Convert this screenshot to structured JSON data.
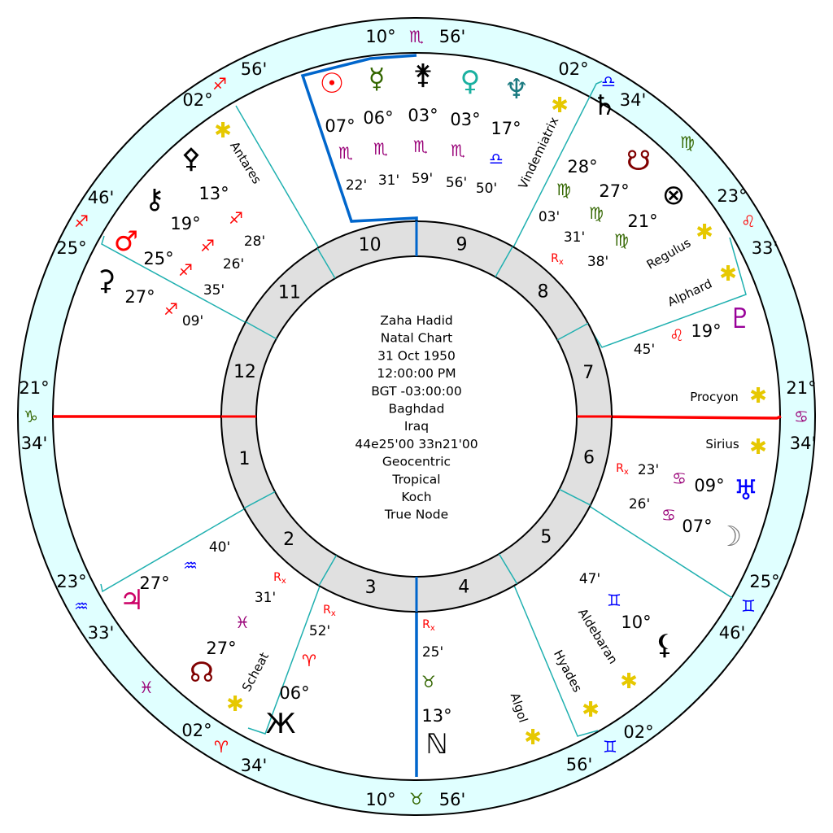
{
  "chart_info": {
    "lines": [
      "Zaha Hadid",
      "Natal Chart",
      "31 Oct 1950",
      "12:00:00 PM",
      "BGT -03:00:00",
      "Baghdad",
      "Iraq",
      "44e25'00 33n21'00",
      "Geocentric",
      "Tropical",
      "Koch",
      "True Node"
    ]
  },
  "colors": {
    "fire": "#ff0000",
    "earth": "#336600",
    "air": "#0000ff",
    "water": "#990077",
    "cusp_line": "#20b0b0",
    "asc_line": "#ff0000",
    "mc_line": "#0066cc",
    "ring_fill": "#e0ffff",
    "house_ring_fill": "#e0e0e0",
    "star": "#e6c800"
  },
  "houses": [
    "1",
    "2",
    "3",
    "4",
    "5",
    "6",
    "7",
    "8",
    "9",
    "10",
    "11",
    "12"
  ],
  "cusps": [
    {
      "deg": "10°",
      "sign": "♏",
      "min": "56'",
      "color": "#990077"
    },
    {
      "deg": "02°",
      "sign": "♎",
      "min": "34'",
      "color": "#0000ff"
    },
    {
      "deg": "23°",
      "sign": "♌",
      "min": "33'",
      "color": "#ff0000"
    },
    {
      "deg": "21°",
      "sign": "♋",
      "min": "34'",
      "color": "#990077"
    },
    {
      "deg": "25°",
      "sign": "♊",
      "min": "46'",
      "color": "#0000ff"
    },
    {
      "deg": "02°",
      "sign": "♊",
      "min": "56'",
      "color": "#0000ff"
    },
    {
      "deg": "10°",
      "sign": "♉",
      "min": "56'",
      "color": "#336600"
    },
    {
      "deg": "02°",
      "sign": "♈",
      "min": "34'",
      "color": "#ff0000"
    },
    {
      "deg": "23°",
      "sign": "♒",
      "min": "33'",
      "color": "#0000ff"
    },
    {
      "deg": "21°",
      "sign": "♑",
      "min": "34'",
      "color": "#336600"
    },
    {
      "deg": "25°",
      "sign": "♐",
      "min": "46'",
      "color": "#ff0000"
    },
    {
      "deg": "02°",
      "sign": "♐",
      "min": "56'",
      "color": "#ff0000"
    }
  ],
  "intercepted_signs": [
    {
      "sign": "♍",
      "color": "#336600"
    },
    {
      "sign": "♓",
      "color": "#990077"
    }
  ],
  "planets": [
    {
      "name": "sun",
      "glyph": "☉",
      "deg": "07°",
      "sign": "♏",
      "min": "22'",
      "color": "#ff0000",
      "sign_color": "#990077"
    },
    {
      "name": "mercury",
      "glyph": "☿",
      "deg": "06°",
      "sign": "♏",
      "min": "31'",
      "color": "#336600",
      "sign_color": "#990077"
    },
    {
      "name": "juno",
      "glyph": "⚵",
      "deg": "03°",
      "sign": "♏",
      "min": "59'",
      "color": "#000000",
      "sign_color": "#990077"
    },
    {
      "name": "venus",
      "glyph": "♀",
      "deg": "03°",
      "sign": "♏",
      "min": "56'",
      "color": "#1ab0a0",
      "sign_color": "#990077"
    },
    {
      "name": "neptune",
      "glyph": "♆",
      "deg": "17°",
      "sign": "♎",
      "min": "50'",
      "color": "#1a7a80",
      "sign_color": "#0000ff"
    },
    {
      "name": "saturn",
      "glyph": "♄",
      "deg": "28°",
      "sign": "♍",
      "min": "03'",
      "color": "#000000",
      "sign_color": "#336600",
      "rx": "R"
    },
    {
      "name": "south-node",
      "glyph": "☋",
      "deg": "27°",
      "sign": "♍",
      "min": "31'",
      "color": "#800000",
      "sign_color": "#336600"
    },
    {
      "name": "part-of-fortune",
      "glyph": "⊗",
      "deg": "21°",
      "sign": "♍",
      "min": "38'",
      "color": "#000000",
      "sign_color": "#336600"
    },
    {
      "name": "pluto",
      "glyph": "♇",
      "deg": "19°",
      "sign": "♌",
      "min": "45'",
      "color": "#990099",
      "sign_color": "#ff0000"
    },
    {
      "name": "uranus",
      "glyph": "♅",
      "deg": "09°",
      "sign": "♋",
      "min": "23'",
      "color": "#0000ff",
      "sign_color": "#990077",
      "rx": "R"
    },
    {
      "name": "moon",
      "glyph": "☽",
      "deg": "07°",
      "sign": "♋",
      "min": "26'",
      "color": "#777777",
      "sign_color": "#990077"
    },
    {
      "name": "lilith",
      "glyph": "⚸",
      "deg": "10°",
      "sign": "♊",
      "min": "47'",
      "color": "#000000",
      "sign_color": "#0000ff"
    },
    {
      "name": "vertex",
      "glyph": "ℕ",
      "deg": "13°",
      "sign": "♉",
      "min": "25'",
      "color": "#000000",
      "sign_color": "#336600",
      "rx": "R"
    },
    {
      "name": "eris",
      "glyph": "Ж",
      "deg": "06°",
      "sign": "♈",
      "min": "52'",
      "color": "#000000",
      "sign_color": "#ff0000",
      "rx": "R"
    },
    {
      "name": "north-node",
      "glyph": "☊",
      "deg": "27°",
      "sign": "♓",
      "min": "31'",
      "color": "#800000",
      "sign_color": "#990077",
      "rx": "R"
    },
    {
      "name": "jupiter",
      "glyph": "♃",
      "deg": "27°",
      "sign": "♒",
      "min": "40'",
      "color": "#cc0066",
      "sign_color": "#0000ff"
    },
    {
      "name": "pallas",
      "glyph": "⚴",
      "deg": "13°",
      "sign": "♐",
      "min": "28'",
      "color": "#000000",
      "sign_color": "#ff0000"
    },
    {
      "name": "chiron",
      "glyph": "⚷",
      "deg": "19°",
      "sign": "♐",
      "min": "26'",
      "color": "#000000",
      "sign_color": "#ff0000"
    },
    {
      "name": "mars",
      "glyph": "♂",
      "deg": "25°",
      "sign": "♐",
      "min": "35'",
      "color": "#ff0000",
      "sign_color": "#ff0000"
    },
    {
      "name": "ceres",
      "glyph": "⚳",
      "deg": "27°",
      "sign": "♐",
      "min": "09'",
      "color": "#000000",
      "sign_color": "#ff0000"
    }
  ],
  "fixed_stars": [
    {
      "name": "Antares",
      "icon": "✱"
    },
    {
      "name": "Vindemiatrix",
      "icon": "✱"
    },
    {
      "name": "Regulus",
      "icon": "✱"
    },
    {
      "name": "Alphard",
      "icon": "✱"
    },
    {
      "name": "Procyon",
      "icon": "✱"
    },
    {
      "name": "Sirius",
      "icon": "✱"
    },
    {
      "name": "Aldebaran",
      "icon": "✱"
    },
    {
      "name": "Hyades",
      "icon": "✱"
    },
    {
      "name": "Algol",
      "icon": "✱"
    },
    {
      "name": "Scheat",
      "icon": "✱"
    }
  ]
}
